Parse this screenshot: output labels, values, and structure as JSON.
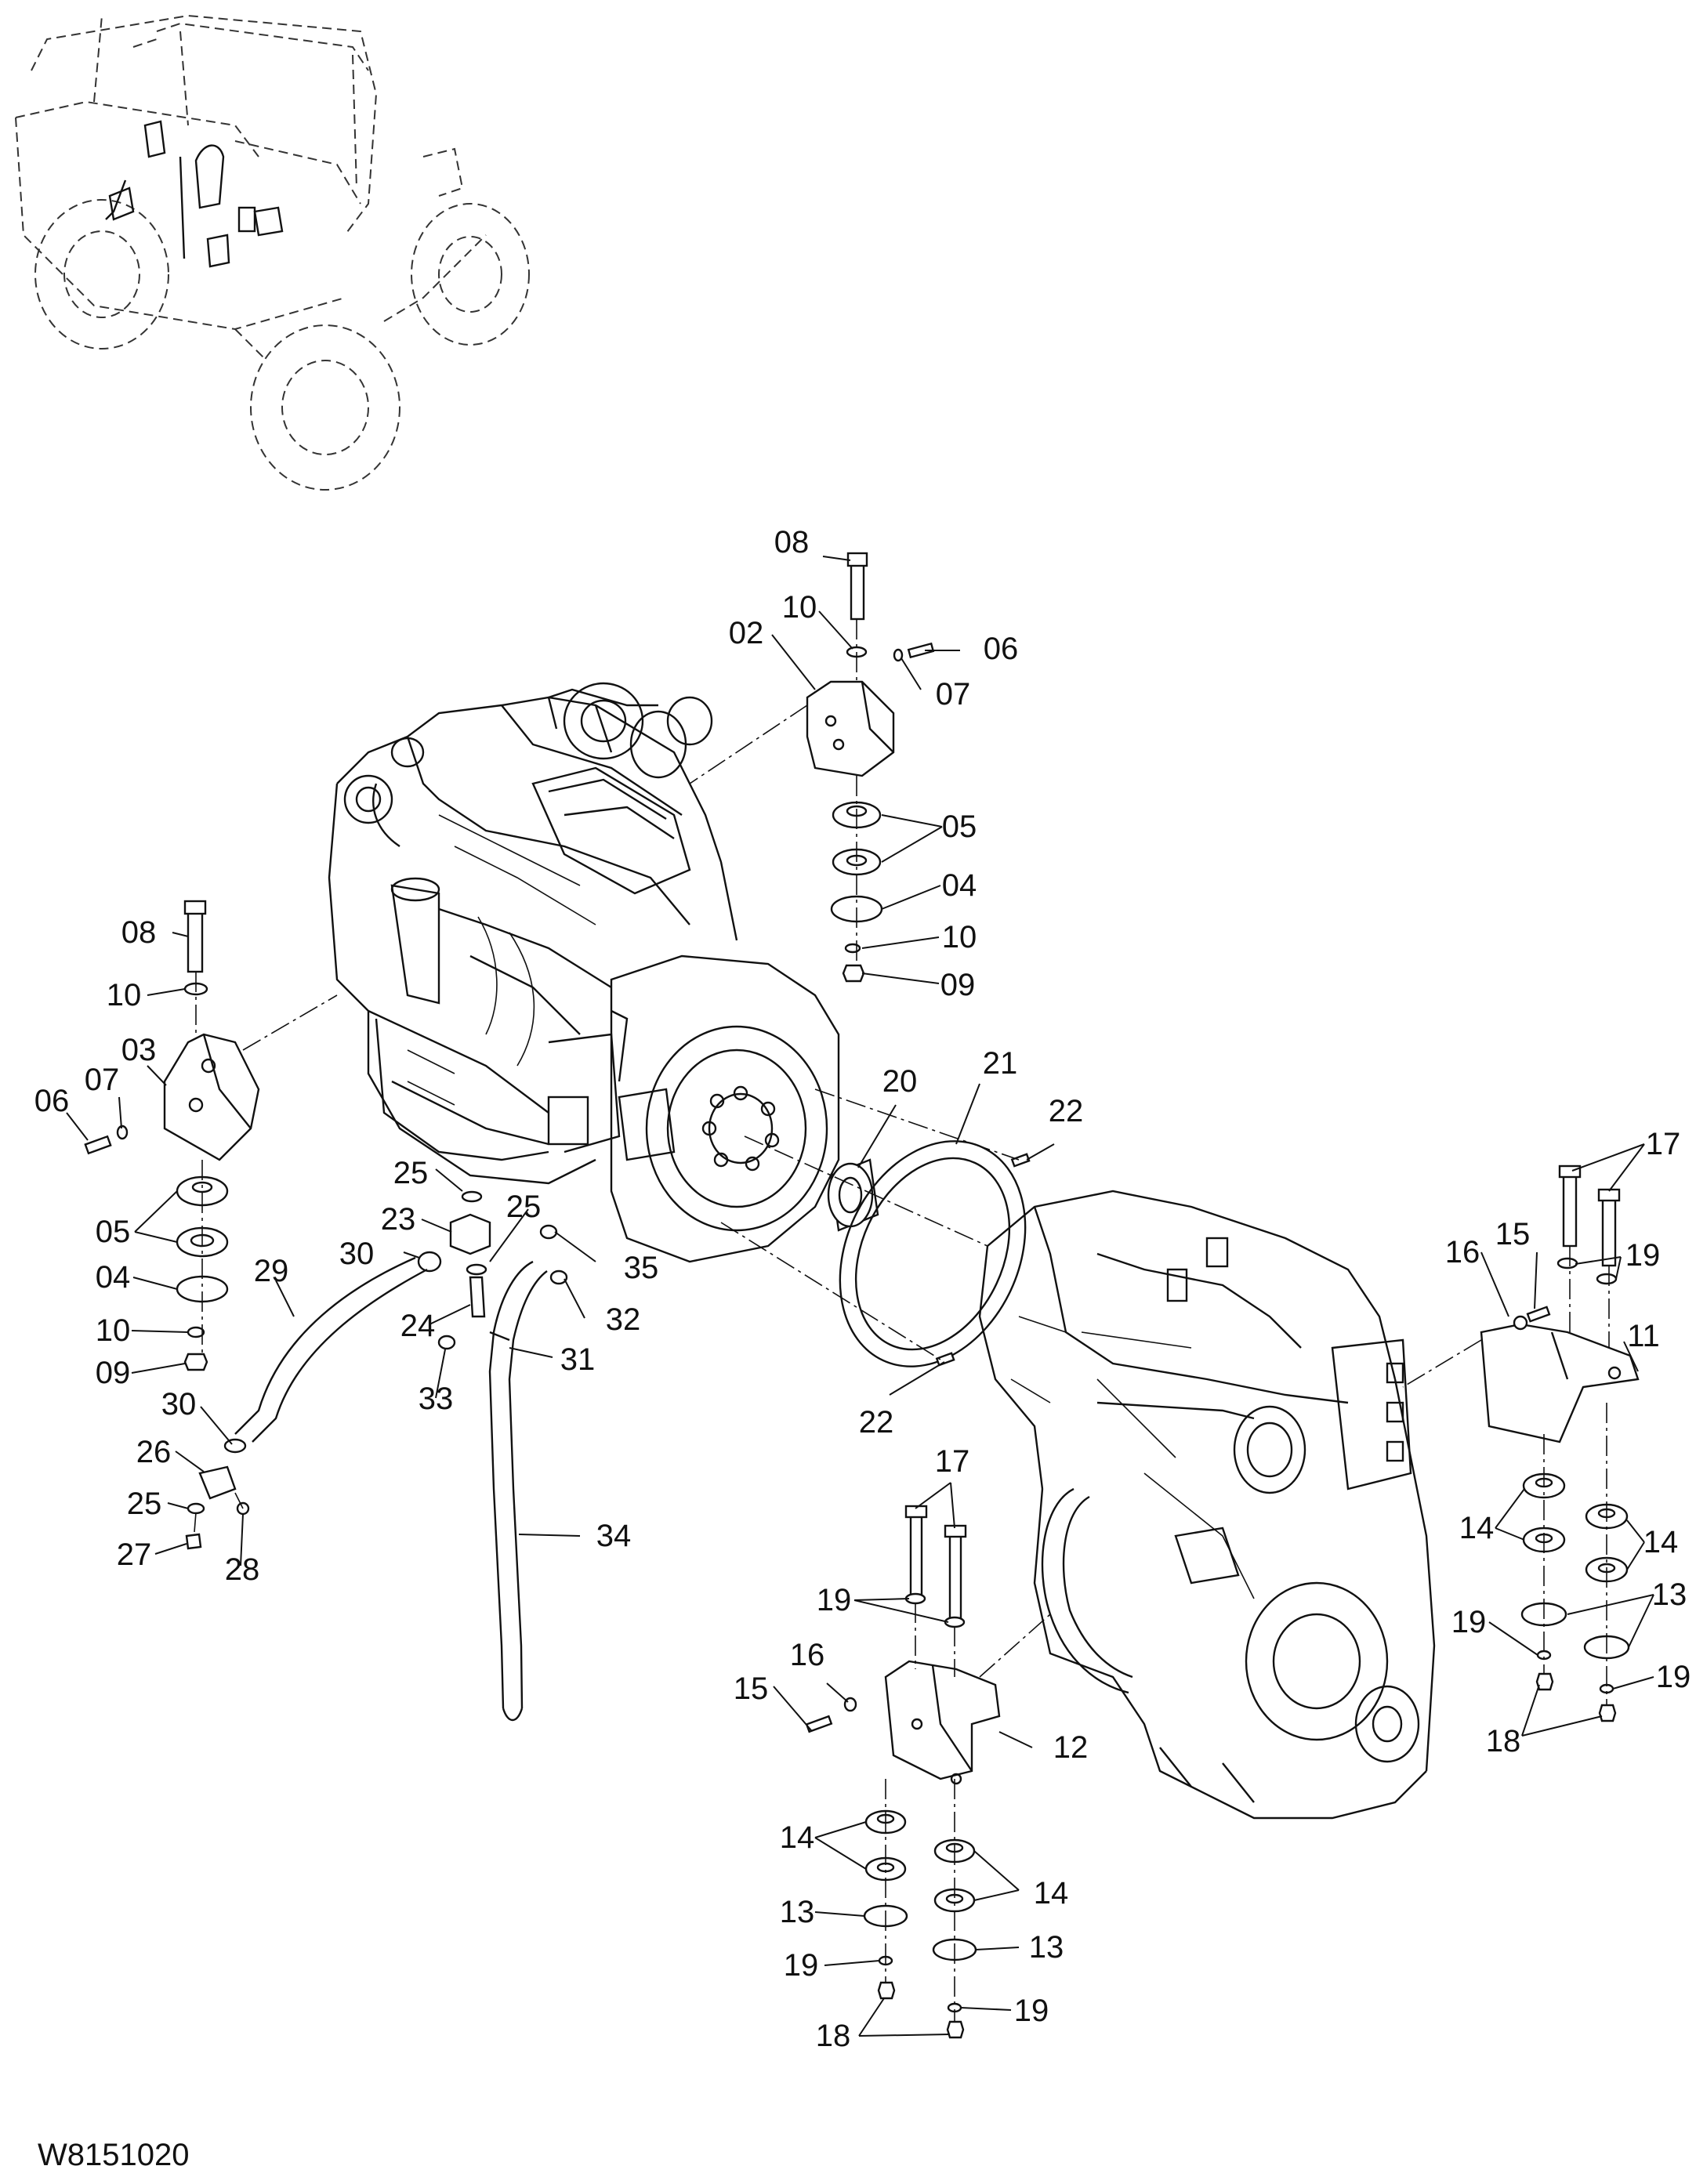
{
  "figure_code": "W8151020",
  "callouts": [
    {
      "id": "c08a",
      "text": "08"
    },
    {
      "id": "c10a",
      "text": "10"
    },
    {
      "id": "c02",
      "text": "02"
    },
    {
      "id": "c06a",
      "text": "06"
    },
    {
      "id": "c07a",
      "text": "07"
    },
    {
      "id": "c05a",
      "text": "05"
    },
    {
      "id": "c04a",
      "text": "04"
    },
    {
      "id": "c10b",
      "text": "10"
    },
    {
      "id": "c09a",
      "text": "09"
    },
    {
      "id": "c08b",
      "text": "08"
    },
    {
      "id": "c10c",
      "text": "10"
    },
    {
      "id": "c03",
      "text": "03"
    },
    {
      "id": "c07b",
      "text": "07"
    },
    {
      "id": "c06b",
      "text": "06"
    },
    {
      "id": "c05b",
      "text": "05"
    },
    {
      "id": "c04b",
      "text": "04"
    },
    {
      "id": "c10d",
      "text": "10"
    },
    {
      "id": "c09b",
      "text": "09"
    },
    {
      "id": "c20",
      "text": "20"
    },
    {
      "id": "c21",
      "text": "21"
    },
    {
      "id": "c22a",
      "text": "22"
    },
    {
      "id": "c22b",
      "text": "22"
    },
    {
      "id": "c25a",
      "text": "25"
    },
    {
      "id": "c23",
      "text": "23"
    },
    {
      "id": "c25b",
      "text": "25"
    },
    {
      "id": "c30a",
      "text": "30"
    },
    {
      "id": "c35",
      "text": "35"
    },
    {
      "id": "c29",
      "text": "29"
    },
    {
      "id": "c32",
      "text": "32"
    },
    {
      "id": "c24",
      "text": "24"
    },
    {
      "id": "c31",
      "text": "31"
    },
    {
      "id": "c33",
      "text": "33"
    },
    {
      "id": "c30b",
      "text": "30"
    },
    {
      "id": "c26",
      "text": "26"
    },
    {
      "id": "c25c",
      "text": "25"
    },
    {
      "id": "c27",
      "text": "27"
    },
    {
      "id": "c28",
      "text": "28"
    },
    {
      "id": "c34",
      "text": "34"
    },
    {
      "id": "c17a",
      "text": "17"
    },
    {
      "id": "c16a",
      "text": "16"
    },
    {
      "id": "c15a",
      "text": "15"
    },
    {
      "id": "c19a",
      "text": "19"
    },
    {
      "id": "c11",
      "text": "11"
    },
    {
      "id": "c14a",
      "text": "14"
    },
    {
      "id": "c14b",
      "text": "14"
    },
    {
      "id": "c13a",
      "text": "13"
    },
    {
      "id": "c19b",
      "text": "19"
    },
    {
      "id": "c19c",
      "text": "19"
    },
    {
      "id": "c18a",
      "text": "18"
    },
    {
      "id": "c17b",
      "text": "17"
    },
    {
      "id": "c19d",
      "text": "19"
    },
    {
      "id": "c16b",
      "text": "16"
    },
    {
      "id": "c15b",
      "text": "15"
    },
    {
      "id": "c12",
      "text": "12"
    },
    {
      "id": "c14c",
      "text": "14"
    },
    {
      "id": "c14d",
      "text": "14"
    },
    {
      "id": "c13b",
      "text": "13"
    },
    {
      "id": "c13c",
      "text": "13"
    },
    {
      "id": "c19e",
      "text": "19"
    },
    {
      "id": "c19f",
      "text": "19"
    },
    {
      "id": "c18b",
      "text": "18"
    }
  ]
}
